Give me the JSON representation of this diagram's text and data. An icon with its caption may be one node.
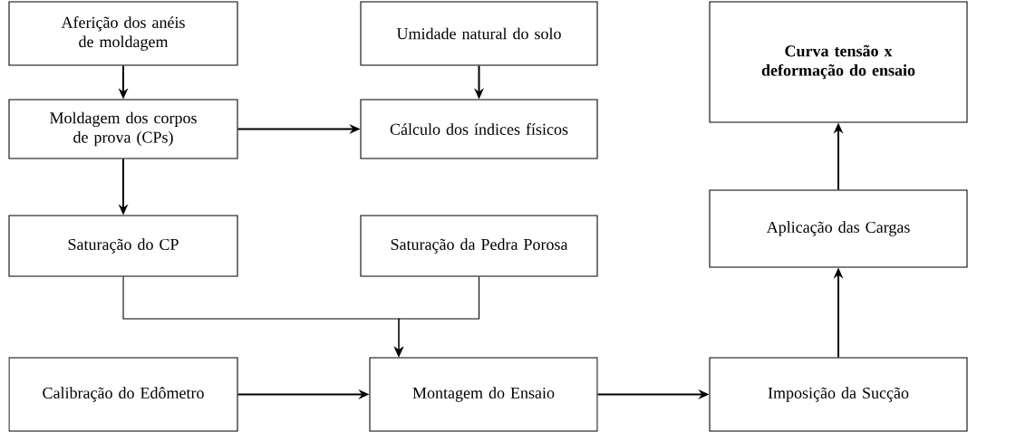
{
  "diagram": {
    "nodes": [
      {
        "text": [
          "Aferição dos anéis de moldagem"
        ]
      },
      {
        "text": [
          "Umidade natural do solo"
        ]
      },
      {
        "text": [
          "Curva tensão x deformação do ensaio"
        ]
      },
      {
        "text": [
          "Moldagem dos corpos de prova (CPs)"
        ]
      },
      {
        "text": [
          "Cálculo dos índices físicos"
        ]
      },
      {
        "text": [
          "Saturação do CP"
        ]
      },
      {
        "text": [
          "Saturação da Pedra Porosa"
        ]
      },
      {
        "text": [
          "Aplicação das Cargas"
        ]
      },
      {
        "text": [
          "Calibração do Edômetro"
        ]
      },
      {
        "text": [
          "Montagem do Ensaio"
        ]
      },
      {
        "text": [
          "Imposição da Sucção"
        ]
      }
    ],
    "edges": [
      {
        "from": 0,
        "to": 3,
        "arrow": "to"
      },
      {
        "from": 1,
        "to": 4,
        "arrow": "to"
      },
      {
        "from": 3,
        "to": 4,
        "arrow": "to"
      },
      {
        "from": 3,
        "to": 5,
        "arrow": "to"
      },
      {
        "from": 5,
        "to": 9,
        "arrow": "to"
      },
      {
        "from": 6,
        "to": 9,
        "arrow": "to"
      },
      {
        "from": 8,
        "to": 9,
        "arrow": "to"
      },
      {
        "from": 9,
        "to": 10,
        "arrow": "to"
      },
      {
        "from": 10,
        "to": 7,
        "arrow": "to"
      },
      {
        "from": 7,
        "to": 2,
        "arrow": "to"
      }
    ]
  }
}
